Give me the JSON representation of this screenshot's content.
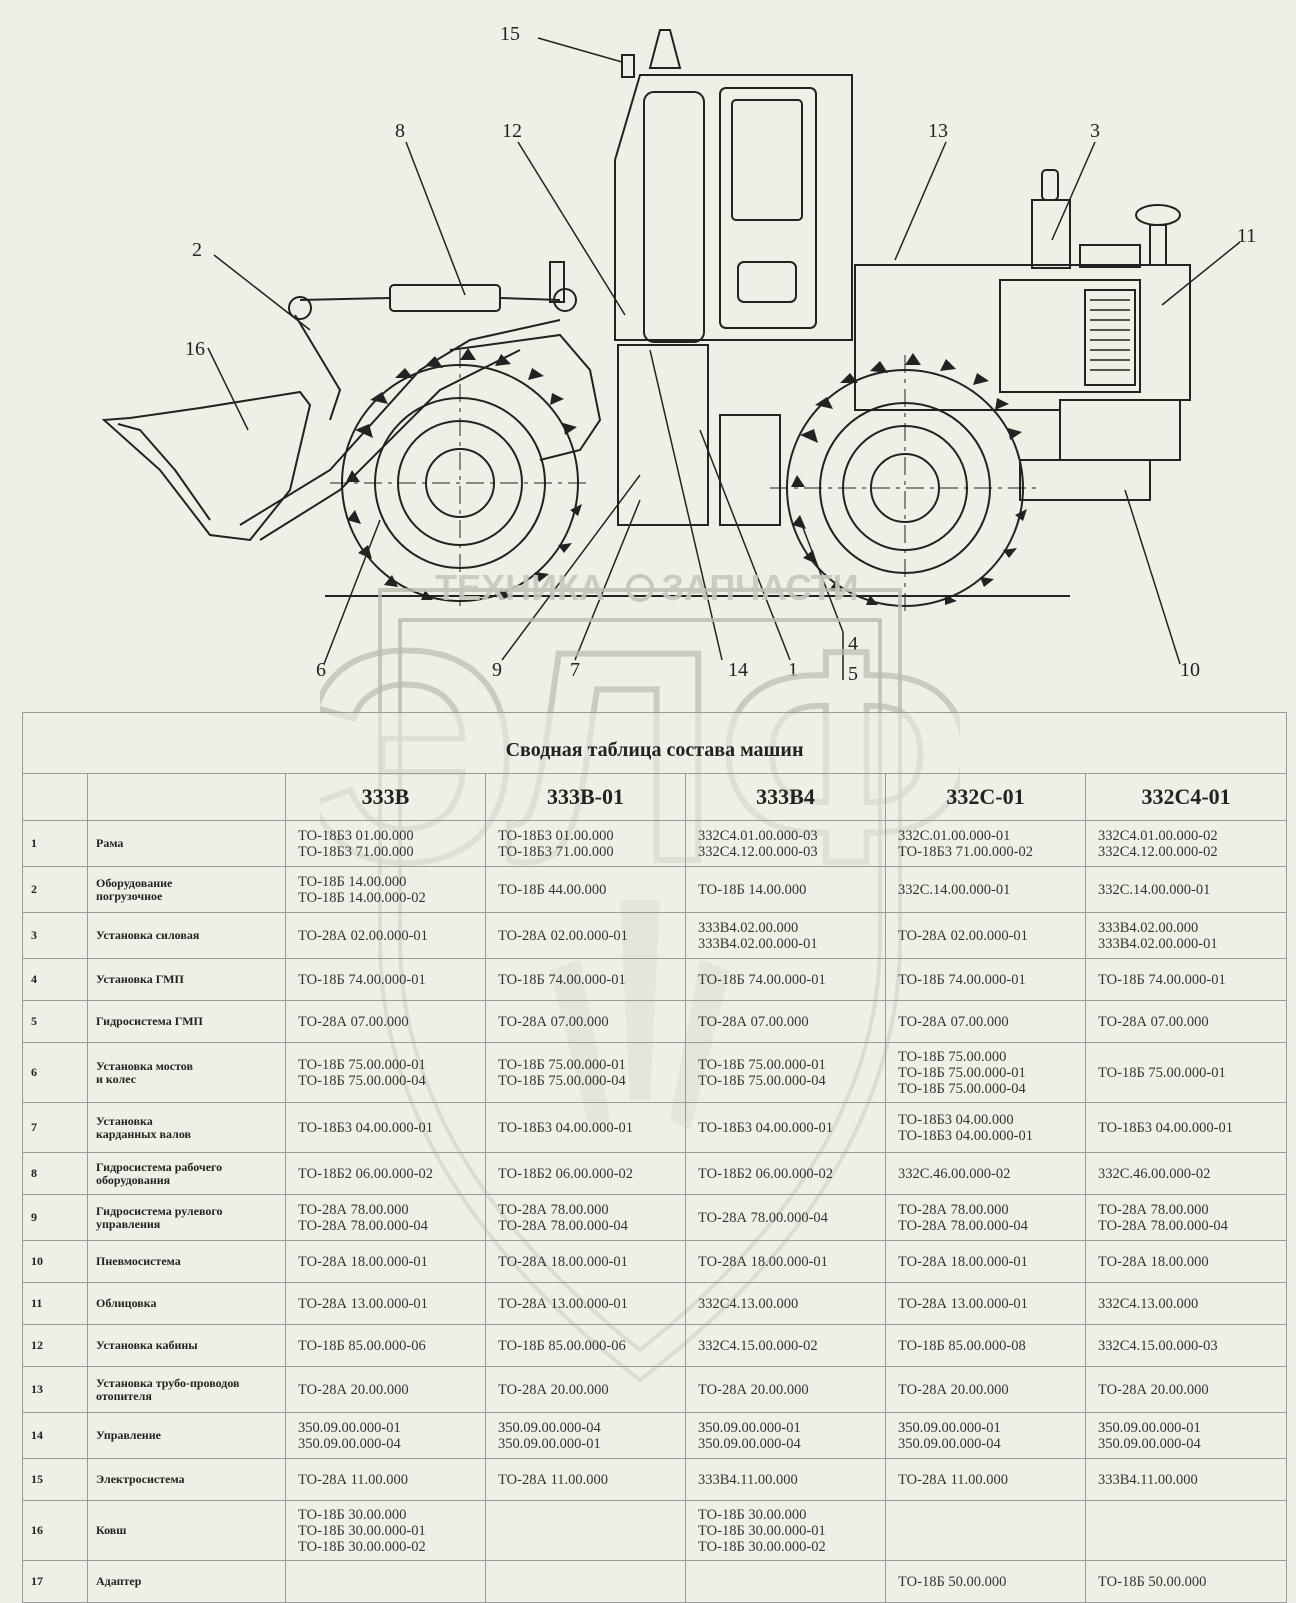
{
  "callouts": [
    "15",
    "8",
    "12",
    "13",
    "3",
    "11",
    "2",
    "16",
    "6",
    "9",
    "7",
    "14",
    "1",
    "4",
    "5",
    "10"
  ],
  "watermark_text": [
    "ТЕХНИКА",
    "ЗАПЧАСТИ",
    "ЭЛФ"
  ],
  "table": {
    "title": "Сводная таблица состава машин",
    "models": [
      "333В",
      "333В-01",
      "333В4",
      "332С-01",
      "332С4-01"
    ],
    "rows": [
      {
        "num": "1",
        "name": [
          "Рама"
        ],
        "cells": [
          [
            "ТО-18Б3 01.00.000",
            "ТО-18Б3 71.00.000"
          ],
          [
            "ТО-18Б3 01.00.000",
            "ТО-18Б3 71.00.000"
          ],
          [
            "332С4.01.00.000-03",
            "332С4.12.00.000-03"
          ],
          [
            "332С.01.00.000-01",
            "ТО-18Б3 71.00.000-02"
          ],
          [
            "332С4.01.00.000-02",
            "332С4.12.00.000-02"
          ]
        ]
      },
      {
        "num": "2",
        "name": [
          "Оборудование",
          "погрузочное"
        ],
        "cells": [
          [
            "ТО-18Б 14.00.000",
            "ТО-18Б 14.00.000-02"
          ],
          [
            "ТО-18Б 44.00.000"
          ],
          [
            "ТО-18Б 14.00.000"
          ],
          [
            "332С.14.00.000-01"
          ],
          [
            "332С.14.00.000-01"
          ]
        ]
      },
      {
        "num": "3",
        "name": [
          "Установка силовая"
        ],
        "cells": [
          [
            "ТО-28А 02.00.000-01"
          ],
          [
            "ТО-28А 02.00.000-01"
          ],
          [
            "333В4.02.00.000",
            "333В4.02.00.000-01"
          ],
          [
            "ТО-28А 02.00.000-01"
          ],
          [
            "333В4.02.00.000",
            "333В4.02.00.000-01"
          ]
        ]
      },
      {
        "num": "4",
        "name": [
          "Установка ГМП"
        ],
        "cells": [
          [
            "ТО-18Б 74.00.000-01"
          ],
          [
            "ТО-18Б 74.00.000-01"
          ],
          [
            "ТО-18Б 74.00.000-01"
          ],
          [
            "ТО-18Б 74.00.000-01"
          ],
          [
            "ТО-18Б 74.00.000-01"
          ]
        ]
      },
      {
        "num": "5",
        "name": [
          "Гидросистема ГМП"
        ],
        "cells": [
          [
            "ТО-28А 07.00.000"
          ],
          [
            "ТО-28А 07.00.000"
          ],
          [
            "ТО-28А 07.00.000"
          ],
          [
            "ТО-28А 07.00.000"
          ],
          [
            "ТО-28А 07.00.000"
          ]
        ]
      },
      {
        "num": "6",
        "name": [
          "Установка мостов",
          " и колес"
        ],
        "cells": [
          [
            "ТО-18Б 75.00.000-01",
            "ТО-18Б 75.00.000-04"
          ],
          [
            "ТО-18Б 75.00.000-01",
            "ТО-18Б 75.00.000-04"
          ],
          [
            "ТО-18Б 75.00.000-01",
            "ТО-18Б 75.00.000-04"
          ],
          [
            "ТО-18Б 75.00.000",
            "ТО-18Б 75.00.000-01",
            "ТО-18Б 75.00.000-04"
          ],
          [
            "ТО-18Б 75.00.000-01"
          ]
        ]
      },
      {
        "num": "7",
        "name": [
          "Установка",
          "карданных валов"
        ],
        "cells": [
          [
            "ТО-18Б3 04.00.000-01"
          ],
          [
            "ТО-18Б3 04.00.000-01"
          ],
          [
            "ТО-18Б3 04.00.000-01"
          ],
          [
            "ТО-18Б3 04.00.000",
            "ТО-18Б3 04.00.000-01"
          ],
          [
            "ТО-18Б3 04.00.000-01"
          ]
        ]
      },
      {
        "num": "8",
        "name": [
          "Гидросистема рабочего",
          "оборудования"
        ],
        "cells": [
          [
            "ТО-18Б2 06.00.000-02"
          ],
          [
            "ТО-18Б2 06.00.000-02"
          ],
          [
            "ТО-18Б2 06.00.000-02"
          ],
          [
            "332С.46.00.000-02"
          ],
          [
            "332С.46.00.000-02"
          ]
        ]
      },
      {
        "num": "9",
        "name": [
          "Гидросистема рулевого",
          "управления"
        ],
        "cells": [
          [
            "ТО-28А 78.00.000",
            "ТО-28А 78.00.000-04"
          ],
          [
            "ТО-28А 78.00.000",
            "ТО-28А 78.00.000-04"
          ],
          [
            "ТО-28А 78.00.000-04"
          ],
          [
            "ТО-28А 78.00.000",
            "ТО-28А 78.00.000-04"
          ],
          [
            "ТО-28А 78.00.000",
            "ТО-28А 78.00.000-04"
          ]
        ]
      },
      {
        "num": "10",
        "name": [
          "Пневмосистема"
        ],
        "cells": [
          [
            "ТО-28А 18.00.000-01"
          ],
          [
            "ТО-28А 18.00.000-01"
          ],
          [
            "ТО-28А 18.00.000-01"
          ],
          [
            "ТО-28А 18.00.000-01"
          ],
          [
            "ТО-28А 18.00.000"
          ]
        ]
      },
      {
        "num": "11",
        "name": [
          "Облицовка"
        ],
        "cells": [
          [
            "ТО-28А 13.00.000-01"
          ],
          [
            "ТО-28А 13.00.000-01"
          ],
          [
            "332С4.13.00.000"
          ],
          [
            "ТО-28А 13.00.000-01"
          ],
          [
            "332С4.13.00.000"
          ]
        ]
      },
      {
        "num": "12",
        "name": [
          "Установка кабины"
        ],
        "cells": [
          [
            "ТО-18Б 85.00.000-06"
          ],
          [
            "ТО-18Б 85.00.000-06"
          ],
          [
            "332С4.15.00.000-02"
          ],
          [
            "ТО-18Б 85.00.000-08"
          ],
          [
            "332С4.15.00.000-03"
          ]
        ]
      },
      {
        "num": "13",
        "name": [
          "Установка трубо-проводов",
          "отопителя"
        ],
        "cells": [
          [
            "ТО-28А 20.00.000"
          ],
          [
            "ТО-28А 20.00.000"
          ],
          [
            "ТО-28А 20.00.000"
          ],
          [
            "ТО-28А 20.00.000"
          ],
          [
            "ТО-28А 20.00.000"
          ]
        ]
      },
      {
        "num": "14",
        "name": [
          "Управление"
        ],
        "cells": [
          [
            "350.09.00.000-01",
            "350.09.00.000-04"
          ],
          [
            "350.09.00.000-04",
            "350.09.00.000-01"
          ],
          [
            "350.09.00.000-01",
            "350.09.00.000-04"
          ],
          [
            "350.09.00.000-01",
            "350.09.00.000-04"
          ],
          [
            "350.09.00.000-01",
            "350.09.00.000-04"
          ]
        ]
      },
      {
        "num": "15",
        "name": [
          "Электросистема"
        ],
        "cells": [
          [
            "ТО-28А 11.00.000"
          ],
          [
            "ТО-28А 11.00.000"
          ],
          [
            "333В4.11.00.000"
          ],
          [
            "ТО-28А 11.00.000"
          ],
          [
            "333В4.11.00.000"
          ]
        ]
      },
      {
        "num": "16",
        "name": [
          "Ковш"
        ],
        "cells": [
          [
            "ТО-18Б 30.00.000",
            "ТО-18Б 30.00.000-01",
            "ТО-18Б 30.00.000-02"
          ],
          [],
          [
            "ТО-18Б 30.00.000",
            "ТО-18Б 30.00.000-01",
            "ТО-18Б 30.00.000-02"
          ],
          [],
          []
        ]
      },
      {
        "num": "17",
        "name": [
          "Адаптер"
        ],
        "cells": [
          [],
          [],
          [],
          [
            "ТО-18Б 50.00.000"
          ],
          [
            "ТО-18Б 50.00.000"
          ]
        ]
      }
    ]
  }
}
